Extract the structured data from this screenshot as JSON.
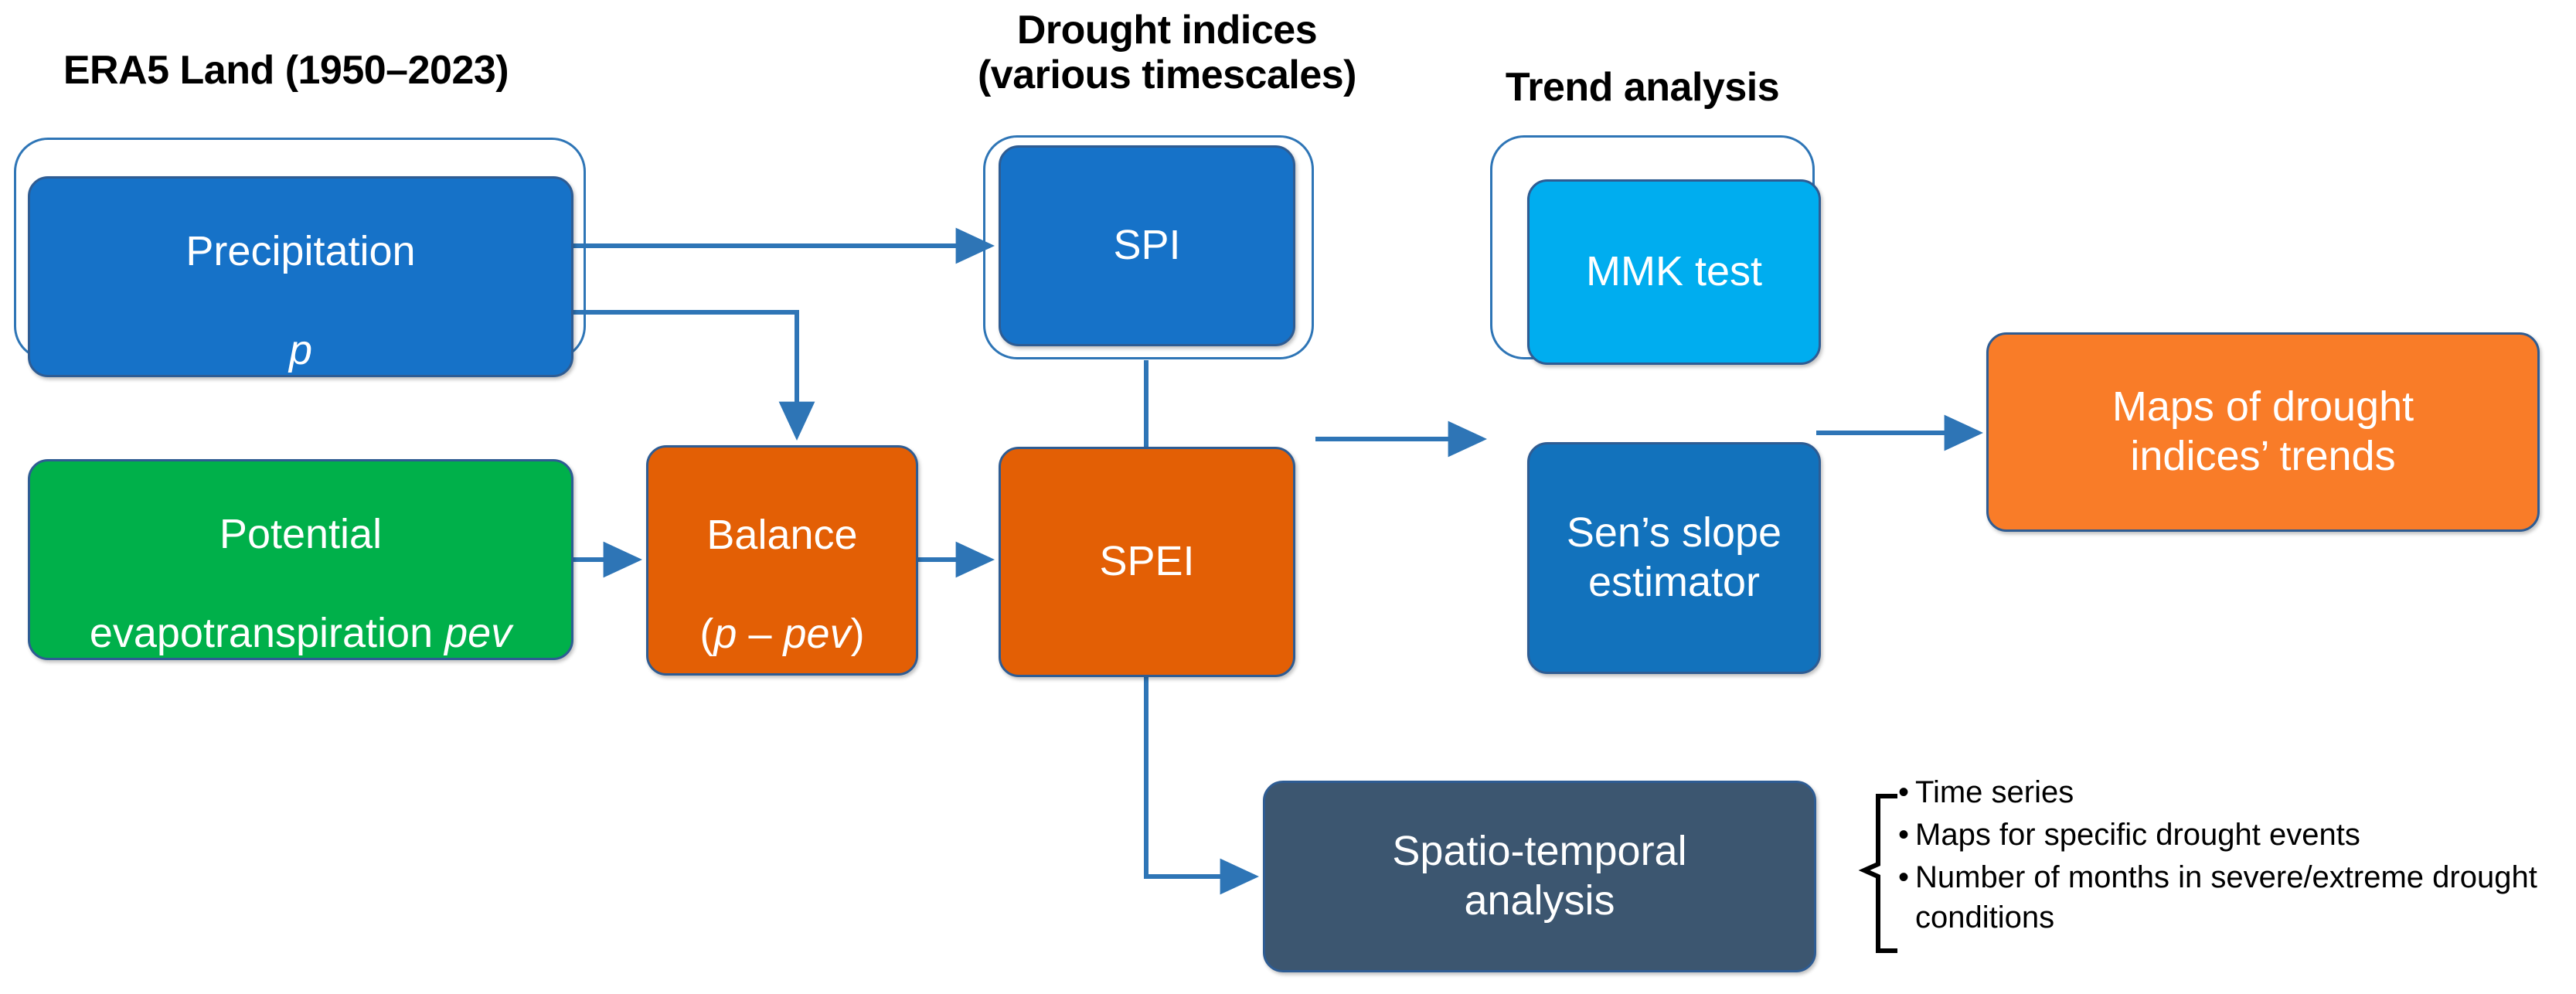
{
  "groups": {
    "era5": {
      "title": "ERA5 Land (1950–2023)"
    },
    "indices": {
      "title": "Drought indices\n(various timescales)"
    },
    "trend": {
      "title": "Trend analysis"
    }
  },
  "nodes": {
    "precipitation": {
      "line1": "Precipitation",
      "line2": "p",
      "color": "#1672C8"
    },
    "potential_evapotranspiration": {
      "line1": "Potential",
      "line2": "evapotranspiration ",
      "line2_italic": "pev",
      "color": "#00B04A"
    },
    "balance": {
      "line1": "Balance",
      "line2_open": "(",
      "line2_p": "p",
      "line2_dash": " – ",
      "line2_pev": "pev",
      "line2_close": ")",
      "color": "#E35F05"
    },
    "spi": {
      "label": "SPI",
      "color": "#1672C8"
    },
    "spei": {
      "label": "SPEI",
      "color": "#E35F05"
    },
    "mmk_test": {
      "label": "MMK test",
      "color": "#00ADEF"
    },
    "sens_slope": {
      "label": "Sen’s slope\nestimator",
      "color": "#1272BC"
    },
    "maps_of_trends": {
      "label": "Maps of drought\nindices’ trends",
      "color": "#F97C28"
    },
    "spatio_temporal": {
      "label": "Spatio-temporal\nanalysis",
      "color": "#3C5670"
    }
  },
  "outputs": {
    "bullets": [
      "Time series",
      "Maps for specific drought events",
      "Number of months in severe/extreme drought conditions"
    ],
    "bullet_glyph": "•"
  },
  "theme": {
    "connector_color": "#2E75B6",
    "container_outline": "#2E75B6",
    "node_outline": "#2E5C93",
    "background": "#FFFFFF",
    "text_on_node": "#FFFFFF",
    "heading_color": "#000000"
  }
}
